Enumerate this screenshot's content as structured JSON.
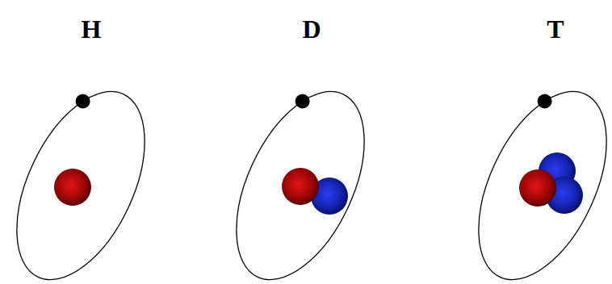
{
  "diagram": {
    "labels": [
      "H",
      "D",
      "T"
    ]
  }
}
